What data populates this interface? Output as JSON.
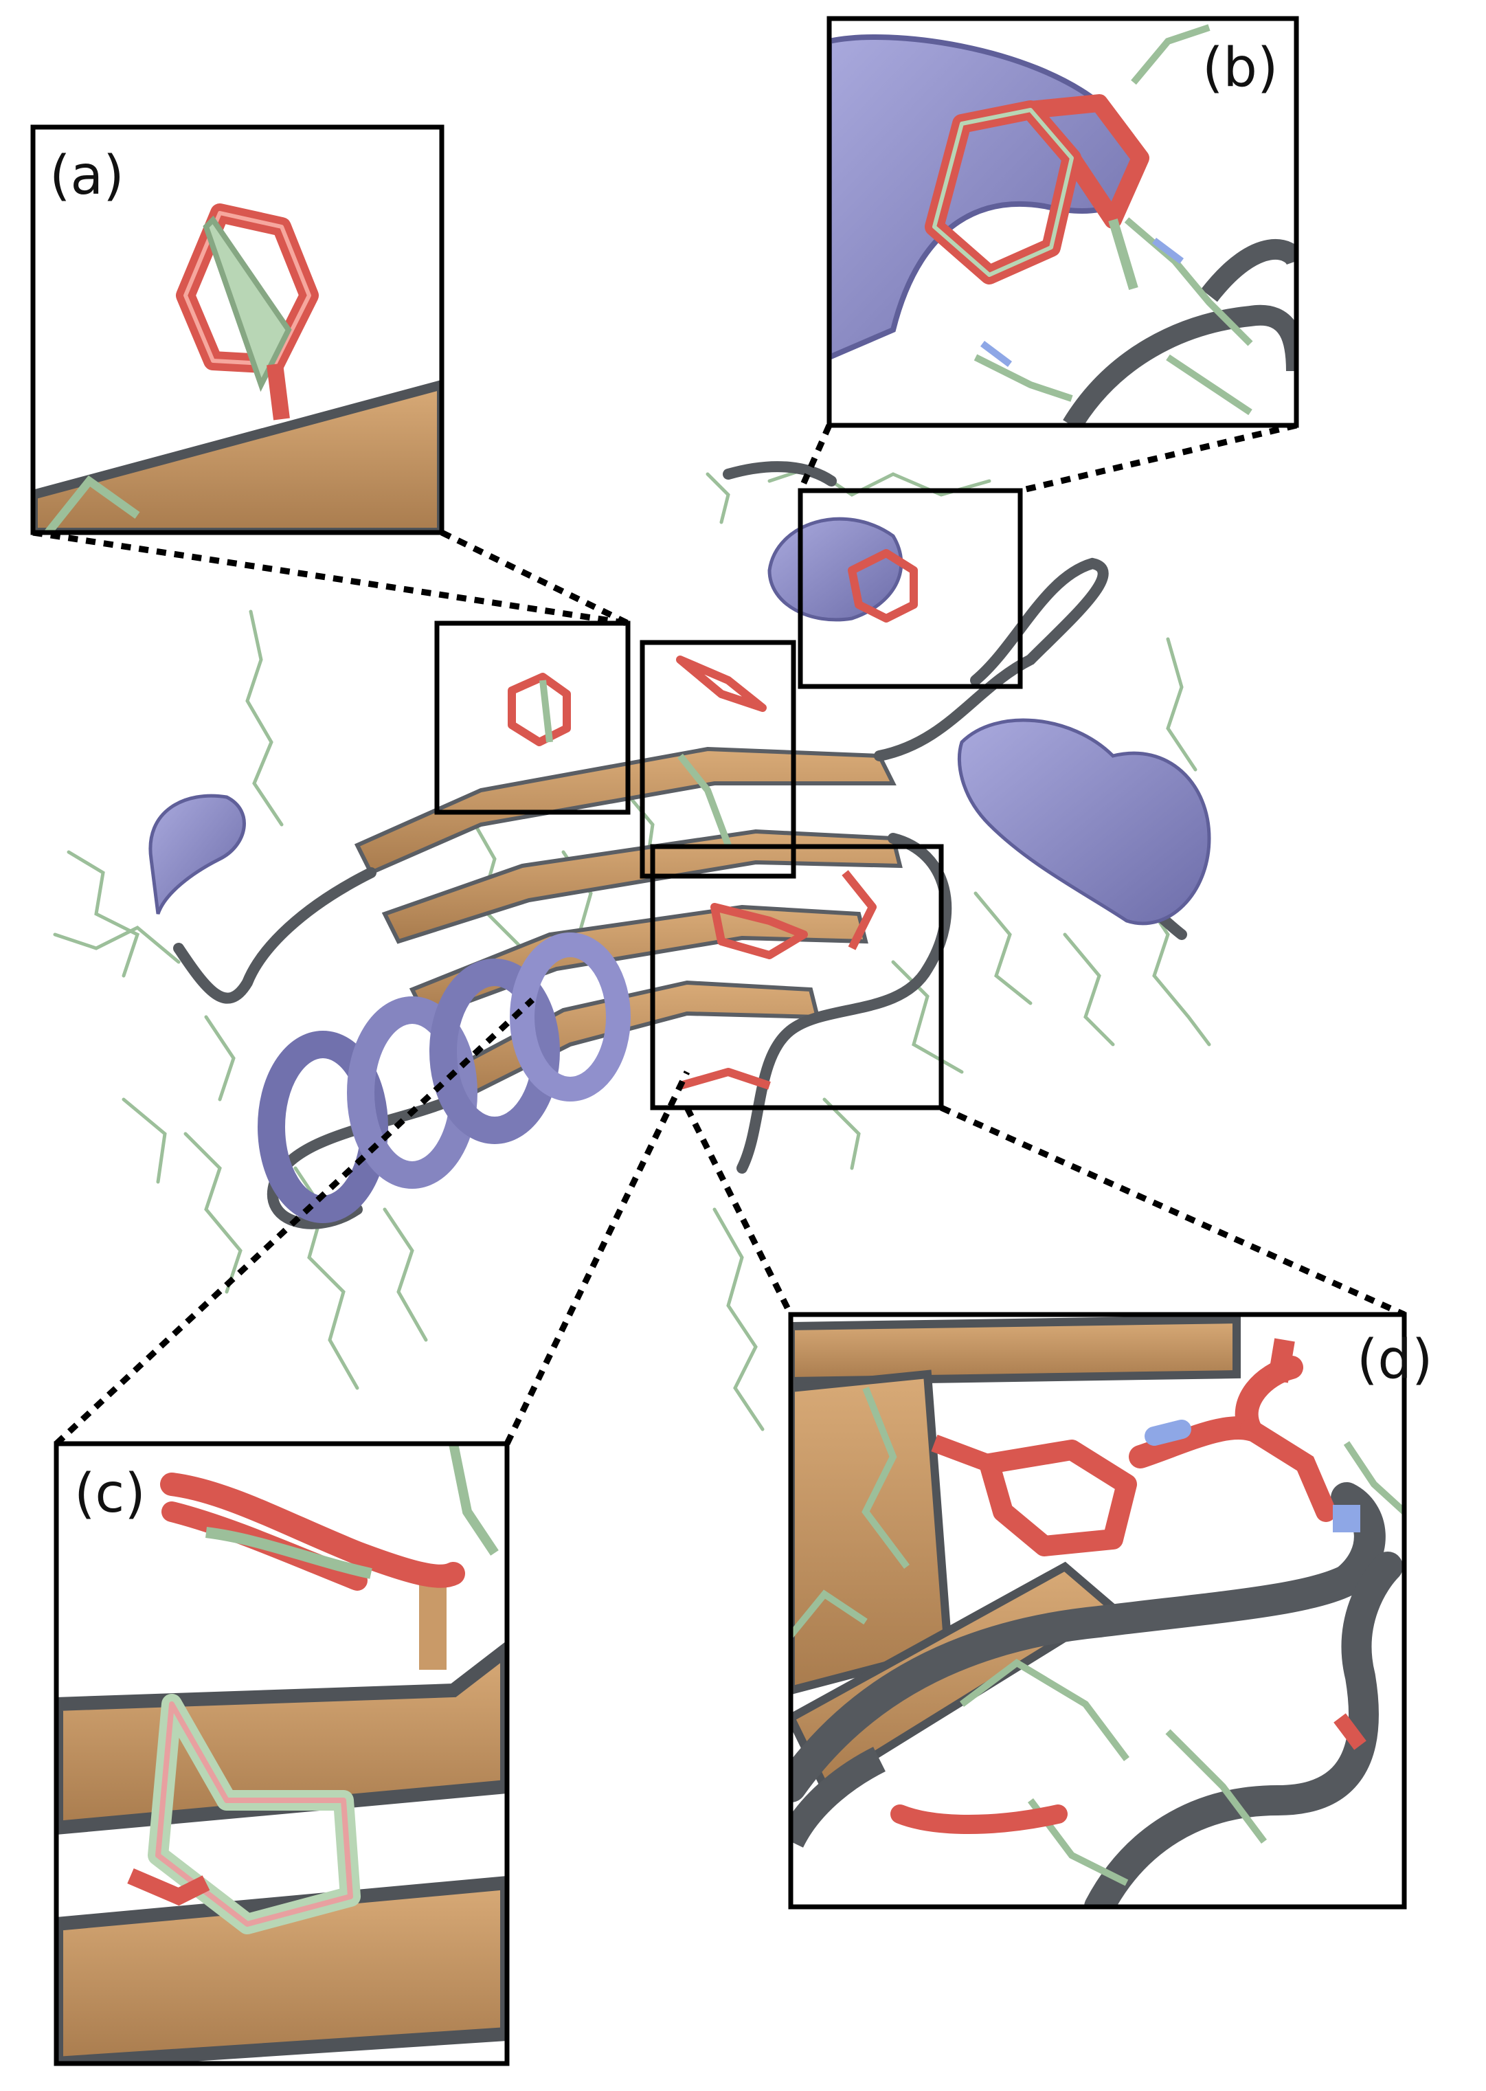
{
  "panels": {
    "a": {
      "label": "(a)"
    },
    "b": {
      "label": "(b)"
    },
    "c": {
      "label": "(c)"
    },
    "d": {
      "label": "(d)"
    }
  },
  "colors": {
    "helix": "#8e8ec9",
    "helix_dark": "#5f5f99",
    "strand": "#c99a68",
    "strand_dark": "#9b7244",
    "coil": "#55595e",
    "sidechain_green": "#9cbf9a",
    "sidechain_red": "#d9574f",
    "sidechain_pink": "#e8a0a0",
    "nitrogen_blue": "#8ea7e6",
    "frame": "#000000"
  },
  "icons": [
    "protein-cartoon",
    "zoom-inset",
    "dotted-connector"
  ]
}
